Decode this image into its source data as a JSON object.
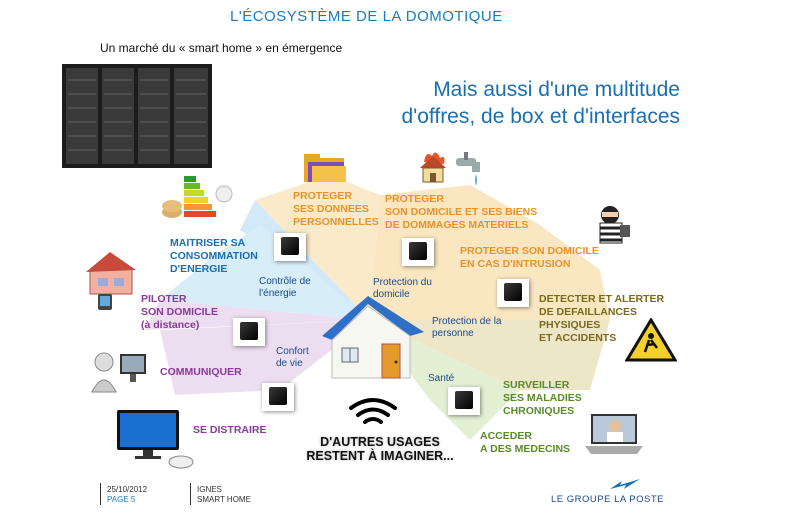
{
  "header": {
    "title": "L'ÉCOSYSTÈME DE LA DOMOTIQUE",
    "subtitle": "Un marché du « smart home » en émergence",
    "headline_line1": "Mais aussi d'une multitude",
    "headline_line2": "d'offres, de box et d'interfaces"
  },
  "categories": {
    "proteger_donnees": [
      "PROTEGER",
      "SES DONNEES",
      "PERSONNELLES"
    ],
    "proteger_domicile_biens": [
      "PROTEGER",
      "SON DOMICILE ET SES BIENS",
      "DE DOMMAGES MATERIELS"
    ],
    "maitriser": [
      "MAITRISER SA",
      "CONSOMMATION",
      "D'ENERGIE"
    ],
    "proteger_intrusion": [
      "PROTEGER SON DOMICILE",
      "EN CAS D'INTRUSION"
    ],
    "piloter": [
      "PILOTER",
      "SON DOMICILE",
      "(à distance)"
    ],
    "detecter": [
      "DETECTER ET ALERTER",
      "DE DEFAILLANCES",
      "PHYSIQUES",
      "ET ACCIDENTS"
    ],
    "communiquer": "COMMUNIQUER",
    "surveiller": [
      "SURVEILLER",
      "SES MALADIES",
      "CHRONIQUES"
    ],
    "distraire": "SE DISTRAIRE",
    "acceder": [
      "ACCEDER",
      "A DES MEDECINS"
    ]
  },
  "segments": {
    "controle_energie": [
      "Contrôle de",
      "l'énergie"
    ],
    "protection_domicile": [
      "Protection du",
      "domicile"
    ],
    "protection_personne": [
      "Protection de la",
      "personne"
    ],
    "confort": [
      "Confort",
      "de vie"
    ],
    "sante": "Santé"
  },
  "usages": [
    "D'AUTRES USAGES",
    "RESTENT À IMAGINER..."
  ],
  "footer": {
    "date": "25/10/2012",
    "page": "PAGE 5",
    "project": "IGNES",
    "topic": "SMART HOME",
    "brand": "LE GROUPE LA POSTE"
  },
  "colors": {
    "title": "#1a7bc0",
    "orange": "#e8932a",
    "blue": "#1a6fb2",
    "purple": "#8a3a9a",
    "green": "#5a8a2a",
    "olive": "#7a6a1a"
  }
}
